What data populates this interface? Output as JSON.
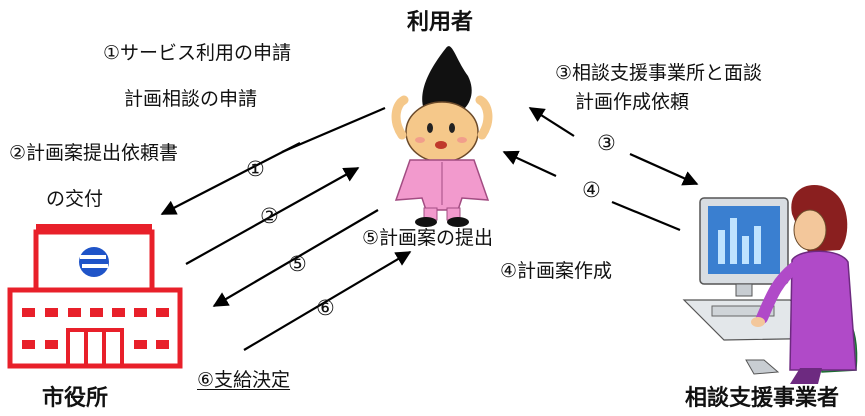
{
  "actors": {
    "user": "利用者",
    "city_hall": "市役所",
    "consultant": "相談支援事業者"
  },
  "steps": {
    "s1_line1": "①サービス利用の申請",
    "s1_line2": "計画相談の申請",
    "s2_line1": "②計画案提出依頼書",
    "s2_line2": "の交付",
    "s3_line1": "③相談支援事業所と面談",
    "s3_line2": "計画作成依頼",
    "s4": "④計画案作成",
    "s5": "⑤計画案の提出",
    "s6": "⑥支給決定"
  },
  "arrow_numbers": {
    "n1": "①",
    "n2": "②",
    "n3": "③",
    "n4": "④",
    "n5": "⑤",
    "n6": "⑥"
  },
  "colors": {
    "city_hall_red": "#e8202a",
    "city_logo_blue": "#1f54c8",
    "user_pink": "#f29acd",
    "monitor_blue": "#3a7fd0",
    "consultant_purple": "#b04ac8",
    "arrow": "#000000"
  },
  "icons": {
    "user": "user-character-icon",
    "city_hall": "city-hall-building-icon",
    "consultant": "consultant-at-computer-icon"
  }
}
